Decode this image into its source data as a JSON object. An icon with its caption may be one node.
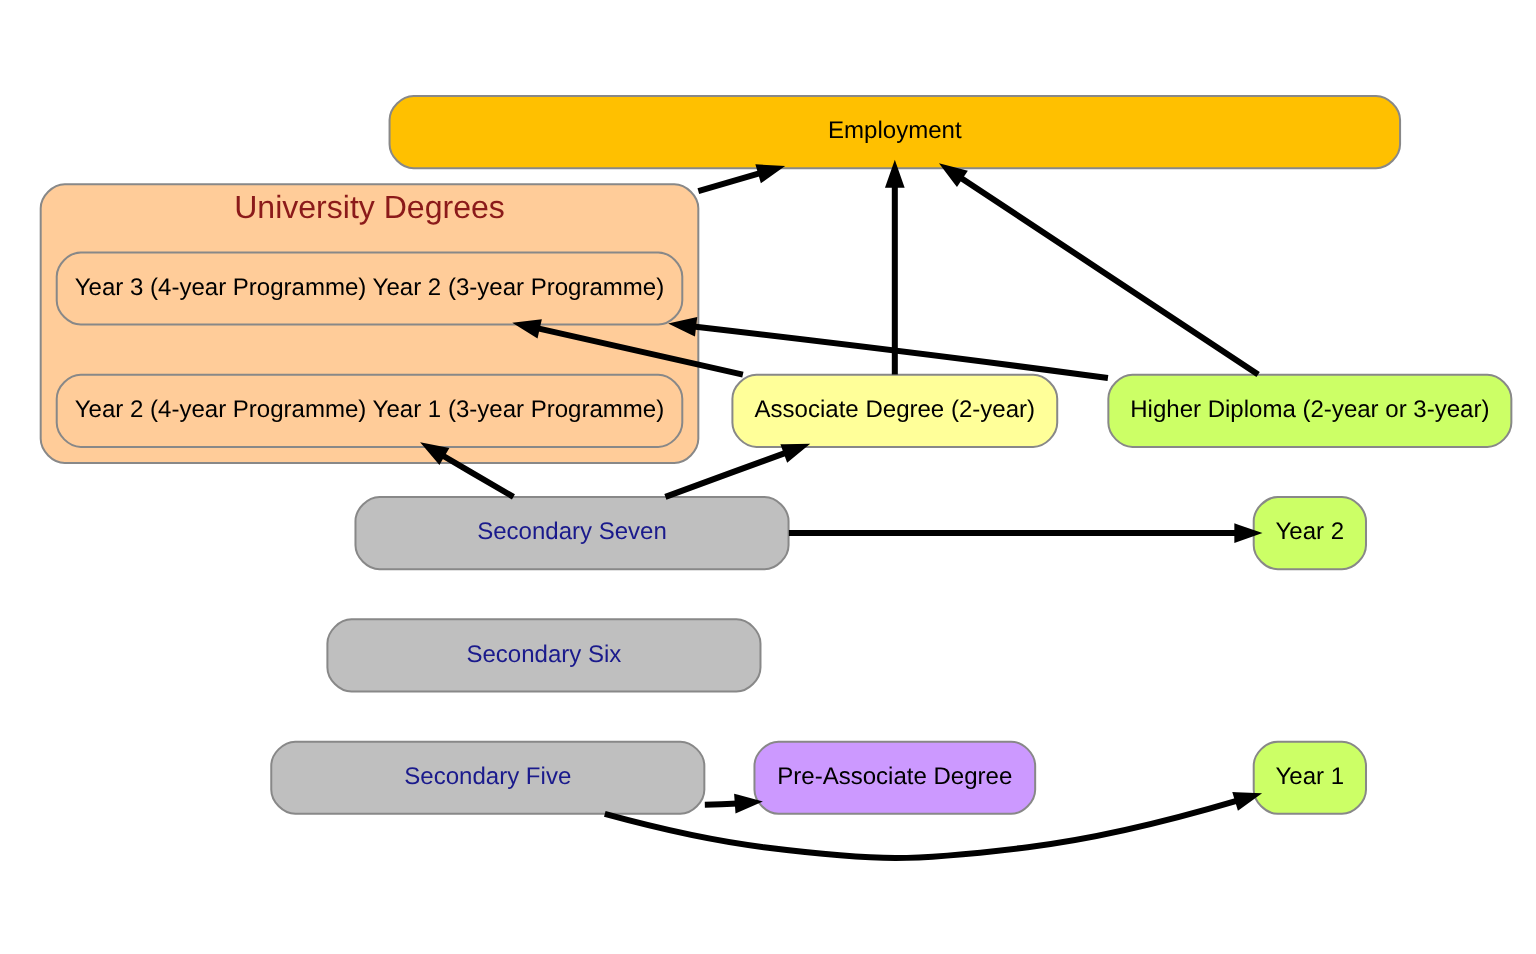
{
  "diagram": {
    "nodes": [
      {
        "text": [
          "Employment"
        ]
      },
      {
        "text": [
          "University Degrees"
        ]
      },
      {
        "text": [
          "Year 3 (4-year Programme) Year 2 (3-year Programme)"
        ],
        "in": 1
      },
      {
        "text": [
          "Year 2 (4-year Programme) Year 1 (3-year Programme)"
        ],
        "in": 1
      },
      {
        "text": [
          "Higher Diploma (2-year or 3-year)"
        ]
      },
      {
        "text": [
          "Year 2"
        ]
      },
      {
        "text": [
          "Year 1"
        ]
      },
      {
        "text": [
          "Associate Degree (2-year)"
        ]
      },
      {
        "text": [
          "Pre-Associate Degree"
        ]
      },
      {
        "text": [
          "Secondary Seven"
        ]
      },
      {
        "text": [
          "Secondary Six"
        ]
      },
      {
        "text": [
          "Secondary Five"
        ]
      }
    ],
    "edges": [
      {
        "from": 4,
        "to": 0,
        "arrow": "to"
      },
      {
        "from": 1,
        "to": 0,
        "arrow": "to"
      },
      {
        "from": 7,
        "to": 0,
        "arrow": "to"
      },
      {
        "from": 4,
        "to": 2,
        "arrow": "to"
      },
      {
        "from": 7,
        "to": 2,
        "arrow": "to"
      },
      {
        "from": 9,
        "to": 5,
        "arrow": "to"
      },
      {
        "from": 9,
        "to": 3,
        "arrow": "to"
      },
      {
        "from": 9,
        "to": 7,
        "arrow": "to"
      },
      {
        "from": 11,
        "to": 6,
        "arrow": "to"
      },
      {
        "from": 11,
        "to": 8,
        "arrow": "to"
      }
    ]
  }
}
